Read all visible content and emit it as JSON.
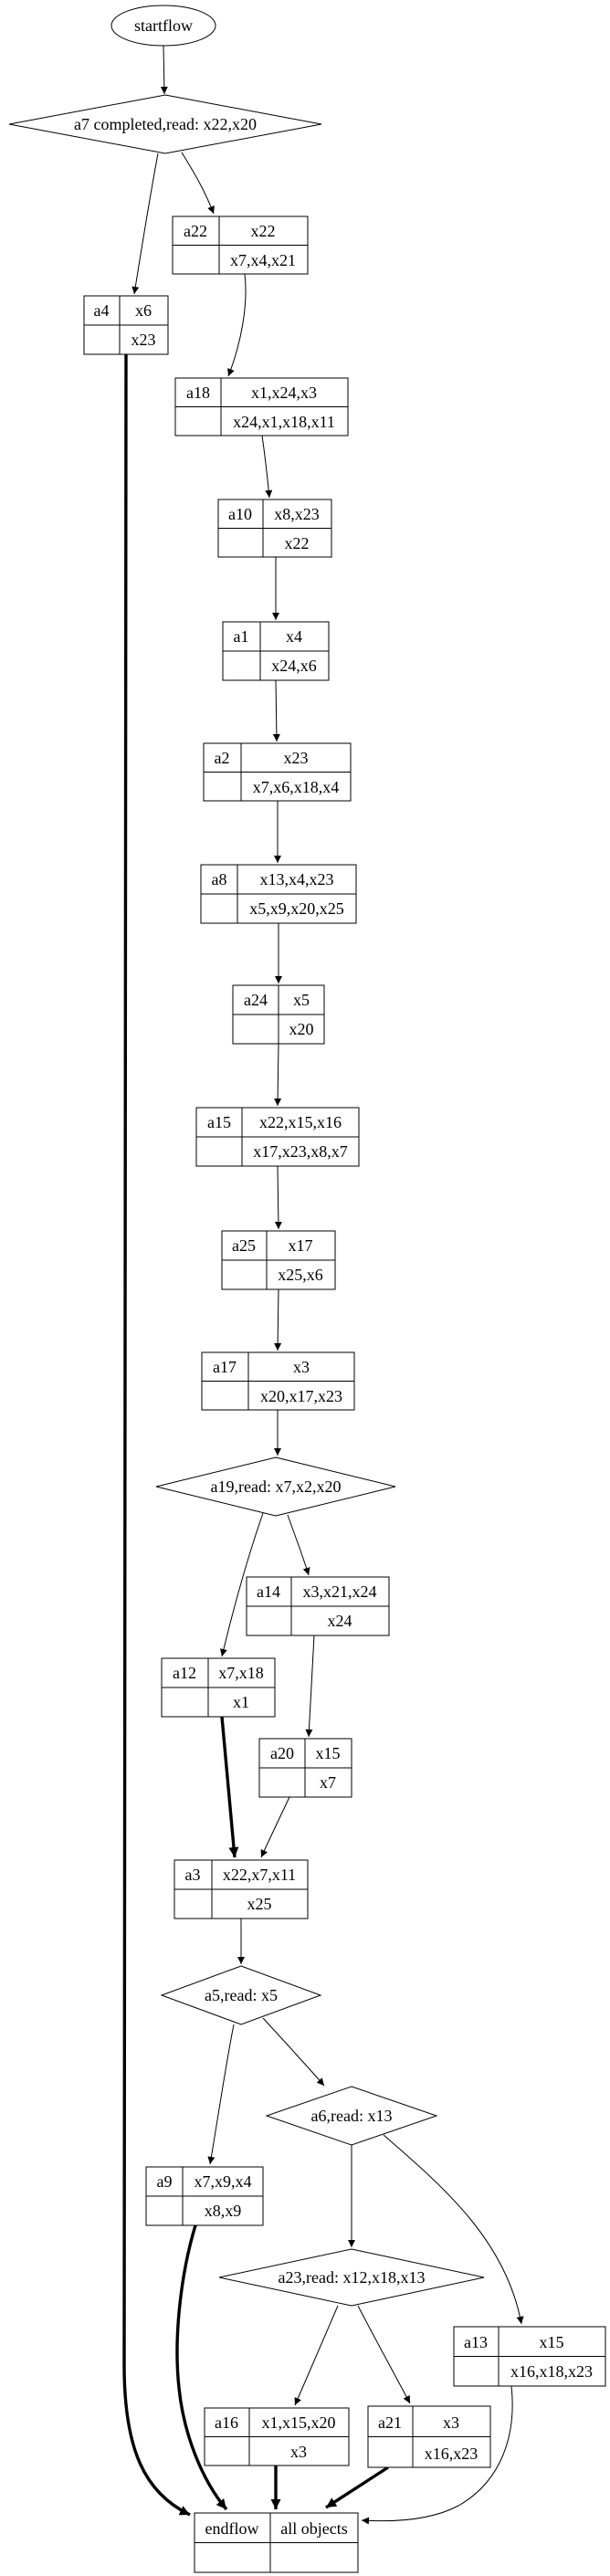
{
  "diagram_title": "workflow-graph",
  "colors": {
    "stroke": "#000000",
    "background": "#ffffff"
  },
  "nodes": {
    "startflow": {
      "label": "startflow"
    },
    "a7": {
      "label": "a7 completed,read: x22,x20"
    },
    "a22": {
      "name": "a22",
      "row1": "x22",
      "row2": "x7,x4,x21"
    },
    "a4": {
      "name": "a4",
      "row1": "x6",
      "row2": "x23"
    },
    "a18": {
      "name": "a18",
      "row1": "x1,x24,x3",
      "row2": "x24,x1,x18,x11"
    },
    "a10": {
      "name": "a10",
      "row1": "x8,x23",
      "row2": "x22"
    },
    "a1": {
      "name": "a1",
      "row1": "x4",
      "row2": "x24,x6"
    },
    "a2": {
      "name": "a2",
      "row1": "x23",
      "row2": "x7,x6,x18,x4"
    },
    "a8": {
      "name": "a8",
      "row1": "x13,x4,x23",
      "row2": "x5,x9,x20,x25"
    },
    "a24": {
      "name": "a24",
      "row1": "x5",
      "row2": "x20"
    },
    "a15": {
      "name": "a15",
      "row1": "x22,x15,x16",
      "row2": "x17,x23,x8,x7"
    },
    "a25": {
      "name": "a25",
      "row1": "x17",
      "row2": "x25,x6"
    },
    "a17": {
      "name": "a17",
      "row1": "x3",
      "row2": "x20,x17,x23"
    },
    "a19": {
      "label": "a19,read: x7,x2,x20"
    },
    "a14": {
      "name": "a14",
      "row1": "x3,x21,x24",
      "row2": "x24"
    },
    "a12": {
      "name": "a12",
      "row1": "x7,x18",
      "row2": "x1"
    },
    "a20": {
      "name": "a20",
      "row1": "x15",
      "row2": "x7"
    },
    "a3": {
      "name": "a3",
      "row1": "x22,x7,x11",
      "row2": "x25"
    },
    "a5": {
      "label": "a5,read: x5"
    },
    "a6": {
      "label": "a6,read: x13"
    },
    "a9": {
      "name": "a9",
      "row1": "x7,x9,x4",
      "row2": "x8,x9"
    },
    "a23": {
      "label": "a23,read: x12,x18,x13"
    },
    "a13": {
      "name": "a13",
      "row1": "x15",
      "row2": "x16,x18,x23"
    },
    "a16": {
      "name": "a16",
      "row1": "x1,x15,x20",
      "row2": "x3"
    },
    "a21": {
      "name": "a21",
      "row1": "x3",
      "row2": "x16,x23"
    },
    "endflow": {
      "name": "endflow",
      "row1": "all objects",
      "row2": ""
    }
  },
  "edges": [
    {
      "from": "startflow",
      "to": "a7",
      "style": "solid"
    },
    {
      "from": "a7",
      "to": "a22",
      "style": "solid"
    },
    {
      "from": "a7",
      "to": "a4",
      "style": "solid"
    },
    {
      "from": "a22",
      "to": "a18",
      "style": "solid"
    },
    {
      "from": "a18",
      "to": "a10",
      "style": "solid"
    },
    {
      "from": "a10",
      "to": "a1",
      "style": "solid"
    },
    {
      "from": "a1",
      "to": "a2",
      "style": "solid"
    },
    {
      "from": "a2",
      "to": "a8",
      "style": "solid"
    },
    {
      "from": "a8",
      "to": "a24",
      "style": "solid"
    },
    {
      "from": "a24",
      "to": "a15",
      "style": "solid"
    },
    {
      "from": "a15",
      "to": "a25",
      "style": "solid"
    },
    {
      "from": "a25",
      "to": "a17",
      "style": "solid"
    },
    {
      "from": "a17",
      "to": "a19",
      "style": "solid"
    },
    {
      "from": "a19",
      "to": "a14",
      "style": "solid"
    },
    {
      "from": "a19",
      "to": "a12",
      "style": "solid"
    },
    {
      "from": "a14",
      "to": "a20",
      "style": "solid"
    },
    {
      "from": "a12",
      "to": "a3",
      "style": "bold"
    },
    {
      "from": "a20",
      "to": "a3",
      "style": "solid"
    },
    {
      "from": "a3",
      "to": "a5",
      "style": "solid"
    },
    {
      "from": "a5",
      "to": "a9",
      "style": "solid"
    },
    {
      "from": "a5",
      "to": "a6",
      "style": "solid"
    },
    {
      "from": "a6",
      "to": "a23",
      "style": "solid"
    },
    {
      "from": "a6",
      "to": "a13",
      "style": "solid"
    },
    {
      "from": "a23",
      "to": "a16",
      "style": "solid"
    },
    {
      "from": "a23",
      "to": "a21",
      "style": "solid"
    },
    {
      "from": "a4",
      "to": "endflow",
      "style": "bold"
    },
    {
      "from": "a9",
      "to": "endflow",
      "style": "bold"
    },
    {
      "from": "a16",
      "to": "endflow",
      "style": "bold"
    },
    {
      "from": "a21",
      "to": "endflow",
      "style": "bold"
    },
    {
      "from": "a13",
      "to": "endflow",
      "style": "solid"
    }
  ]
}
